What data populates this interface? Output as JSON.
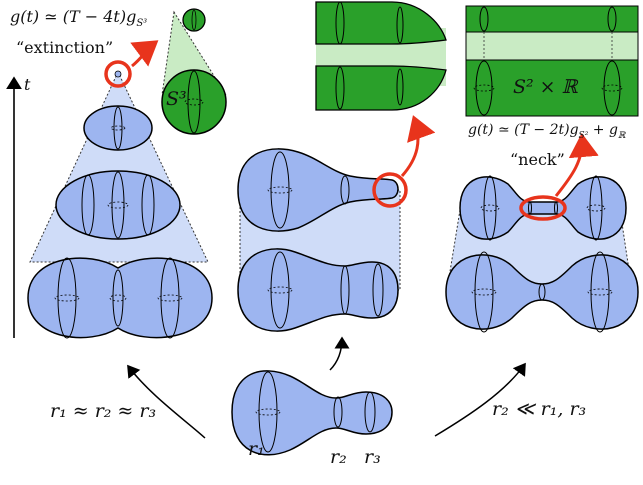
{
  "labels": {
    "t_axis": "t",
    "extinction": "“extinction”",
    "metric_s3": "g(t) ≃ (T − 4t)g",
    "metric_s3_sub": "S³",
    "s3": "S³",
    "s2xr": "S² × ℝ",
    "metric_neck": "g(t) ≃ (T − 2t)g",
    "metric_neck_sub1": "S²",
    "metric_neck_plus": " + g",
    "metric_neck_sub2": "ℝ",
    "neck": "“neck”",
    "cond_equal": "r₁ ≈ r₂ ≈ r₃",
    "cond_neck": "r₂ ≪ r₁, r₃",
    "r1": "r₁",
    "r2": "r₂",
    "r3": "r₃"
  },
  "colors": {
    "blue_fill": "#9db5f0",
    "blue_shade": "#cfdcf8",
    "green_fill": "#2aa02a",
    "green_shade": "#c9ebc4",
    "highlight_red": "#e8341c",
    "outline": "#000000"
  }
}
